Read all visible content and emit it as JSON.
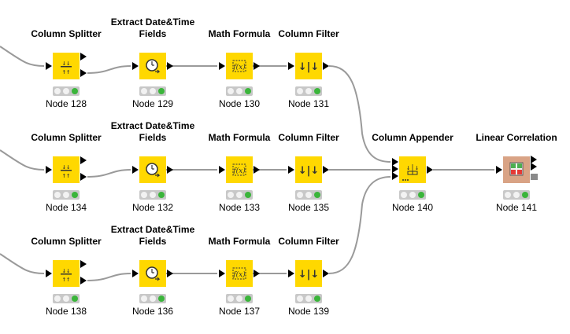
{
  "workflow": {
    "nodes": [
      {
        "id": "n128",
        "title": [
          "Column Splitter"
        ],
        "label": "Node 128",
        "type": "splitter"
      },
      {
        "id": "n129",
        "title": [
          "Extract Date&Time",
          "Fields"
        ],
        "label": "Node 129",
        "type": "datetime"
      },
      {
        "id": "n130",
        "title": [
          "Math Formula"
        ],
        "label": "Node 130",
        "type": "math"
      },
      {
        "id": "n131",
        "title": [
          "Column Filter"
        ],
        "label": "Node 131",
        "type": "filter"
      },
      {
        "id": "n134",
        "title": [
          "Column Splitter"
        ],
        "label": "Node 134",
        "type": "splitter"
      },
      {
        "id": "n132",
        "title": [
          "Extract Date&Time",
          "Fields"
        ],
        "label": "Node 132",
        "type": "datetime"
      },
      {
        "id": "n133",
        "title": [
          "Math Formula"
        ],
        "label": "Node 133",
        "type": "math"
      },
      {
        "id": "n135",
        "title": [
          "Column Filter"
        ],
        "label": "Node 135",
        "type": "filter"
      },
      {
        "id": "n138",
        "title": [
          "Column Splitter"
        ],
        "label": "Node 138",
        "type": "splitter"
      },
      {
        "id": "n136",
        "title": [
          "Extract Date&Time",
          "Fields"
        ],
        "label": "Node 136",
        "type": "datetime"
      },
      {
        "id": "n137",
        "title": [
          "Math Formula"
        ],
        "label": "Node 137",
        "type": "math"
      },
      {
        "id": "n139",
        "title": [
          "Column Filter"
        ],
        "label": "Node 139",
        "type": "filter"
      },
      {
        "id": "n140",
        "title": [
          "Column Appender"
        ],
        "label": "Node 140",
        "type": "appender"
      },
      {
        "id": "n141",
        "title": [
          "Linear Correlation"
        ],
        "label": "Node 141",
        "type": "correlation"
      }
    ]
  },
  "colors": {
    "node_yellow": "#ffd800",
    "node_brown": "#d9a385",
    "wire": "#9a9a9a",
    "status_green": "#3bb53b"
  }
}
